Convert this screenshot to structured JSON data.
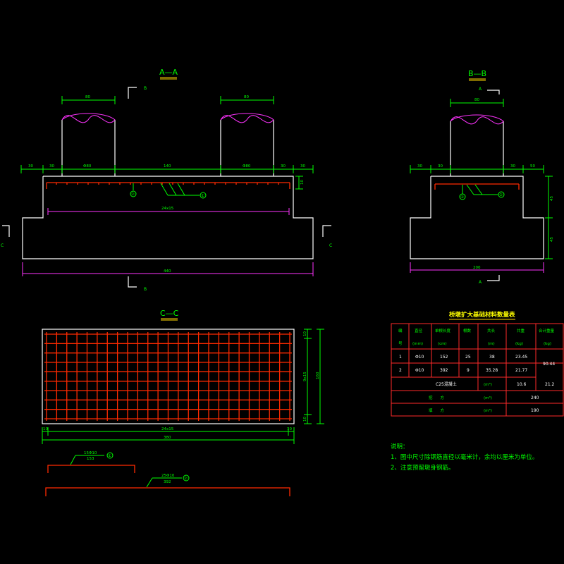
{
  "sections": {
    "aa": {
      "title": "A—A"
    },
    "bb": {
      "title": "B—B"
    },
    "cc": {
      "title": "C—C"
    }
  },
  "cut_marks": {
    "a": "A",
    "b": "B",
    "c": "C"
  },
  "aa_dims": {
    "col_width": "80",
    "d30": "30",
    "dia": "Φ80",
    "mid": "140",
    "h10": "10",
    "spacing": "24x15",
    "total": "440"
  },
  "bb_dims": {
    "col_width": "80",
    "d30": "30",
    "d50": "50",
    "h45": "45",
    "total": "200"
  },
  "cc_dims": {
    "h10": "10",
    "rebar_spacing": "9x15",
    "h160": "160",
    "b10": "10",
    "spacing": "24x15",
    "total": "380"
  },
  "callouts": {
    "n1": "①",
    "n2": "②"
  },
  "bars": {
    "bar1_top": "15Φ10",
    "bar1_len": "153",
    "bar2_top": "25Φ10",
    "bar2_len": "392"
  },
  "table": {
    "title": "桥墩扩大基础材料数量表",
    "headers": [
      "编",
      "直径",
      "单根长度",
      "根数",
      "共长",
      "共重",
      "合计重量"
    ],
    "subheaders": [
      "号",
      "(mm)",
      "(cm)",
      "",
      "(m)",
      "(kg)",
      "(kg)"
    ],
    "rows": [
      [
        "1",
        "Φ10",
        "152",
        "25",
        "38",
        "23.45"
      ],
      [
        "2",
        "Φ10",
        "392",
        "9",
        "35.28",
        "21.77"
      ]
    ],
    "total_weight": "90.44",
    "concrete_label": "C25混凝土",
    "concrete_unit": "(m³)",
    "concrete_v1": "10.6",
    "concrete_v2": "21.2",
    "excav_label": "挖　　方",
    "excav_unit": "(m³)",
    "excav_value": "240",
    "fill_label": "填　　方",
    "fill_unit": "(m³)",
    "fill_value": "190"
  },
  "notes": {
    "title": "说明：",
    "line1": "1、图中尺寸除钢筋直径以毫米计，余均以厘米为单位。",
    "line2": "2、注意预留墩身钢筋。"
  }
}
